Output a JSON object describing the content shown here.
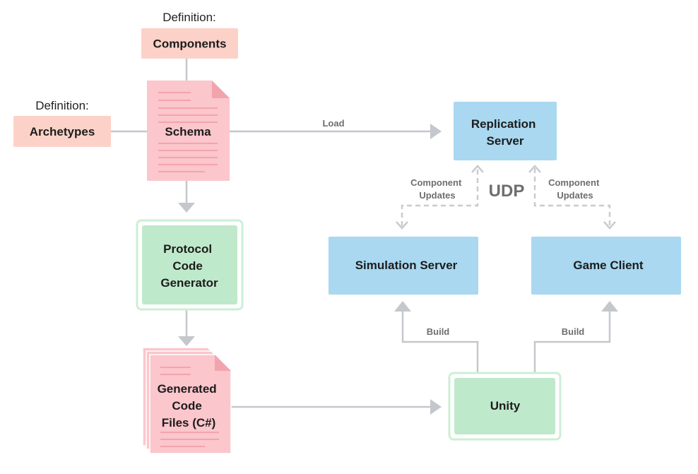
{
  "colors": {
    "definition_fill": "#fcd2c8",
    "schema_fill": "#fbc6cc",
    "schema_line": "#f2a4ac",
    "generator_fill": "#bfe9cb",
    "generator_border": "#cdeed6",
    "server_fill": "#a9d8f0",
    "arrow": "#c4c7cc",
    "dashed": "#c9cbcf"
  },
  "definitions": {
    "components_caption": "Definition:",
    "components_label": "Components",
    "archetypes_caption": "Definition:",
    "archetypes_label": "Archetypes"
  },
  "nodes": {
    "schema": "Schema",
    "protocol_generator": [
      "Protocol",
      "Code",
      "Generator"
    ],
    "generated_files": [
      "Generated",
      "Code",
      "Files (C#)"
    ],
    "replication_server": [
      "Replication",
      "Server"
    ],
    "simulation_server": "Simulation Server",
    "game_client": "Game Client",
    "unity": "Unity"
  },
  "edges": {
    "load": "Load",
    "component_updates_left": [
      "Component",
      "Updates"
    ],
    "component_updates_right": [
      "Component",
      "Updates"
    ],
    "udp": "UDP",
    "build_left": "Build",
    "build_right": "Build"
  }
}
